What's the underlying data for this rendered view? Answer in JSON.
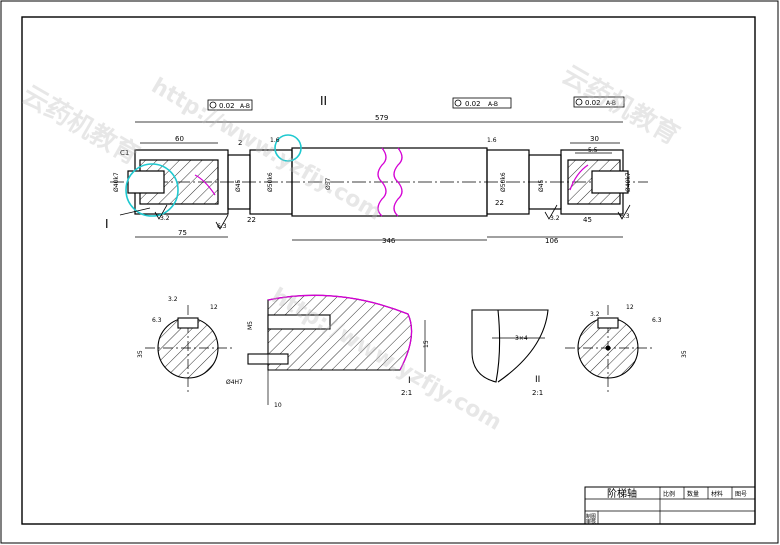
{
  "dims": {
    "total_len": "579",
    "left_step": "60",
    "left_gap": "2",
    "dia_left": "Ø40k7",
    "chamfer": "C1",
    "dia_45a": "Ø45",
    "dia_50a": "Ø50k6",
    "dia_57": "Ø57",
    "dia_50b": "Ø50k6",
    "dia_45b": "Ø45",
    "dia_right": "Ø40k7",
    "len_75": "75",
    "len_22a": "22",
    "len_346": "346",
    "len_22b": "22",
    "len_106": "106",
    "len_45": "45",
    "len_30": "30",
    "len_5_5": "5.5",
    "len_1_6a": "1.6",
    "len_1_6b": "1.6",
    "key_15": "15",
    "key_m5": "M5",
    "key_dia": "Ø4H7",
    "key_10": "10",
    "sec_35a": "35",
    "sec_35b": "35",
    "sec_12a": "12",
    "sec_12b": "12",
    "gap_3x4": "3×4"
  },
  "tolerances": {
    "t1": "0.02",
    "t1_ref": "A-B",
    "t2": "0.02",
    "t2_ref": "A-B",
    "t3": "0.02",
    "t3_ref": "A-B"
  },
  "roughness": [
    "3.2",
    "6.3",
    "3.2",
    "6.3",
    "3.2",
    "6.3",
    "3.2",
    "6.3"
  ],
  "labels": {
    "detail_I": "I",
    "detail_II": "II",
    "detail_I_scale": "I",
    "detail_I_ratio": "2:1",
    "detail_II_scale": "II",
    "detail_II_ratio": "2:1"
  },
  "title_block": {
    "part_name": "阶梯轴",
    "scale_h": "比例",
    "qty_h": "数量",
    "material_h": "材料",
    "drawing_no_h": "图号",
    "drawn_by": "制图",
    "checked_by": "审核"
  },
  "watermarks": [
    "http://www.yzfjy.com",
    "云药机教育"
  ]
}
